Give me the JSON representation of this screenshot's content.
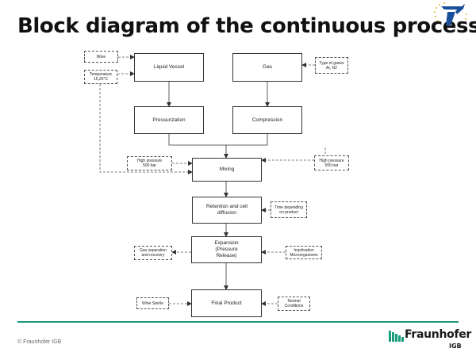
{
  "slide": {
    "title": "Block diagram of the continuous process",
    "copyright": "© Fraunhofer IGB"
  },
  "branding": {
    "top_logo_caption": "",
    "company": "Fraunhofer",
    "unit": "IGB",
    "accent_color": "#179c7d",
    "logo_blue": "#1a4f9c"
  },
  "diagram": {
    "blocks": {
      "liquid_vessel": "Liquid Vessel",
      "gas": "Gas",
      "pressurization": "Pressurization",
      "compression": "Compression",
      "mixing": "Mixing",
      "retention": "Retention and cell diffusion",
      "expansion": "Expansion (Pressure Release)",
      "final_product": "Final Product"
    },
    "notes": {
      "wine": "Wine",
      "temperature": "Temperature 15,20°C",
      "gas_types": "Type of gases Ar, N2",
      "high_pressure_left": "High pressure 500 bar",
      "high_pressure_right": "High pressure 555 bar",
      "time": "Time depending on product",
      "gas_separation": "Gas separation and recovery",
      "inactivation": "Inactivation Microorganisms",
      "wine_sterile": "Wine Sterile",
      "normal_conditions": "Normal Conditions"
    }
  }
}
